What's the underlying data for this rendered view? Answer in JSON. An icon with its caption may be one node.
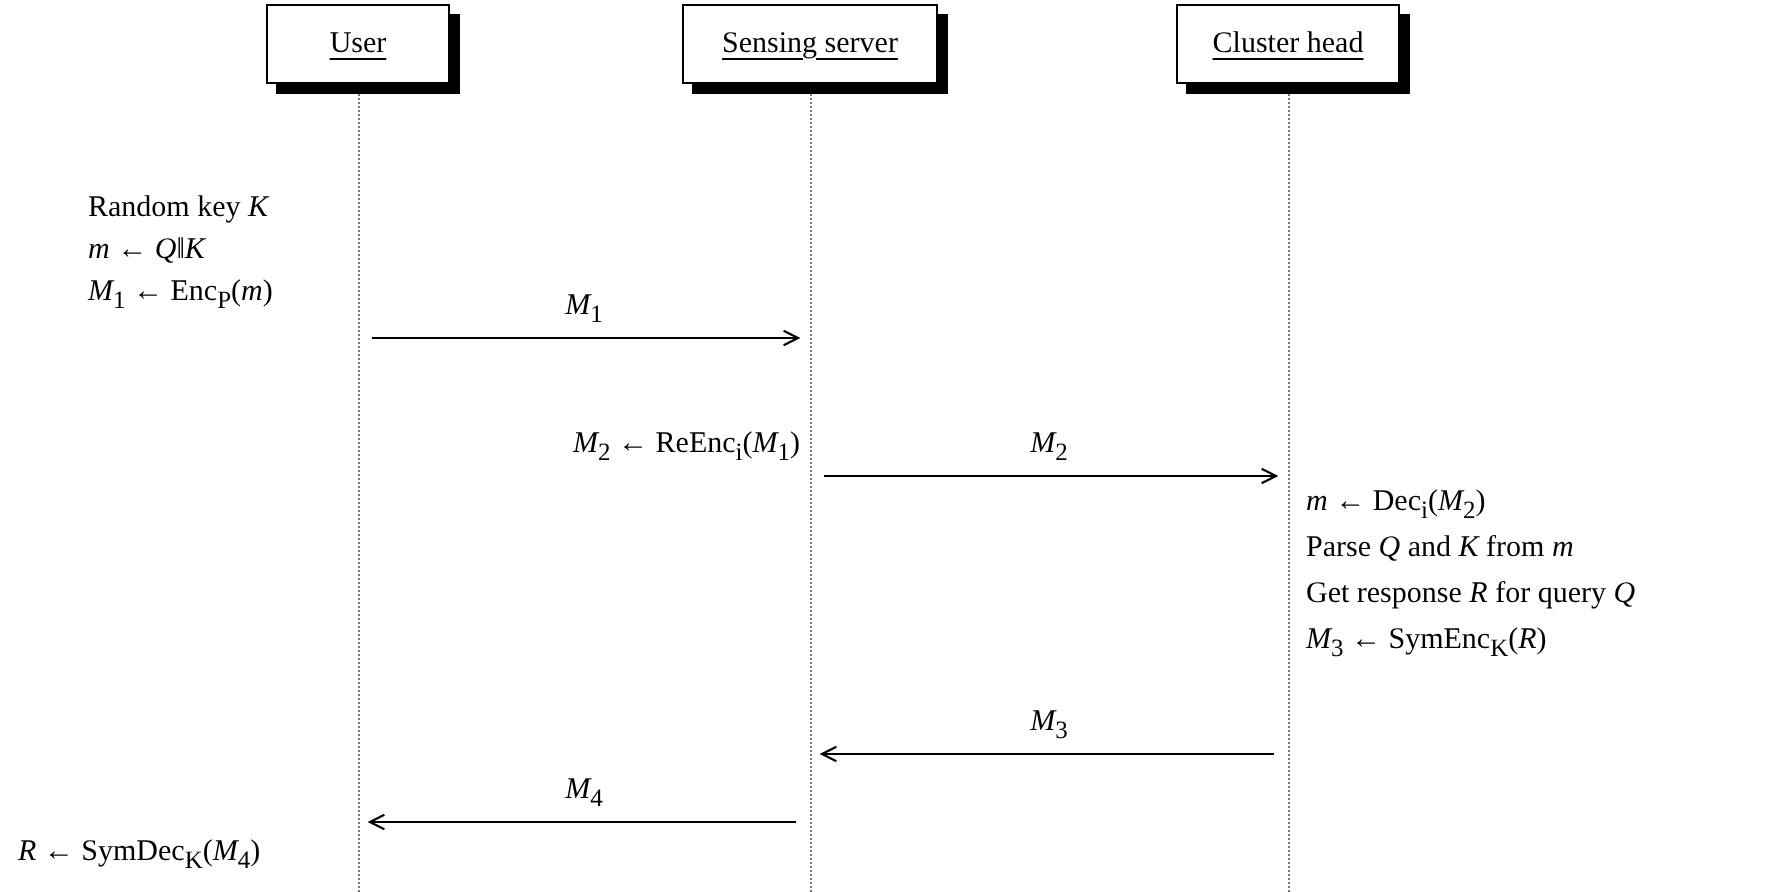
{
  "diagram": {
    "nodes": [
      {
        "text": [
          "User"
        ]
      },
      {
        "text": [
          "Sensing server"
        ]
      },
      {
        "text": [
          "Cluster head"
        ]
      }
    ],
    "edges": [
      {
        "from": 0,
        "to": 1,
        "arrow": "to",
        "label": "*M*$_{1}$"
      },
      {
        "from": 1,
        "to": 2,
        "arrow": "to",
        "label": "*M*$_{2}$"
      },
      {
        "from": 2,
        "to": 1,
        "arrow": "to",
        "label": "*M*$_{3}$"
      },
      {
        "from": 1,
        "to": 0,
        "arrow": "to",
        "label": "*M*$_{4}$"
      }
    ],
    "labels": [
      "Random key *K*",
      "*m* ← *Q*‖*K*",
      "*M*$_{1}$ ← Enc$_{P}$(*m*)",
      "*M*$_{2}$ ← ReEnc$_{i}$(*M*$_{1}$)",
      "*m* ← Dec$_{i}$(*M*$_{2}$)",
      "Parse *Q* and *K* from *m*",
      "Get response *R* for query *Q*",
      "*M*$_{3}$ ← SymEnc$_{K}$(*R*)",
      "*R* ← SymDec$_{K}$(*M*$_{4}$)"
    ]
  }
}
